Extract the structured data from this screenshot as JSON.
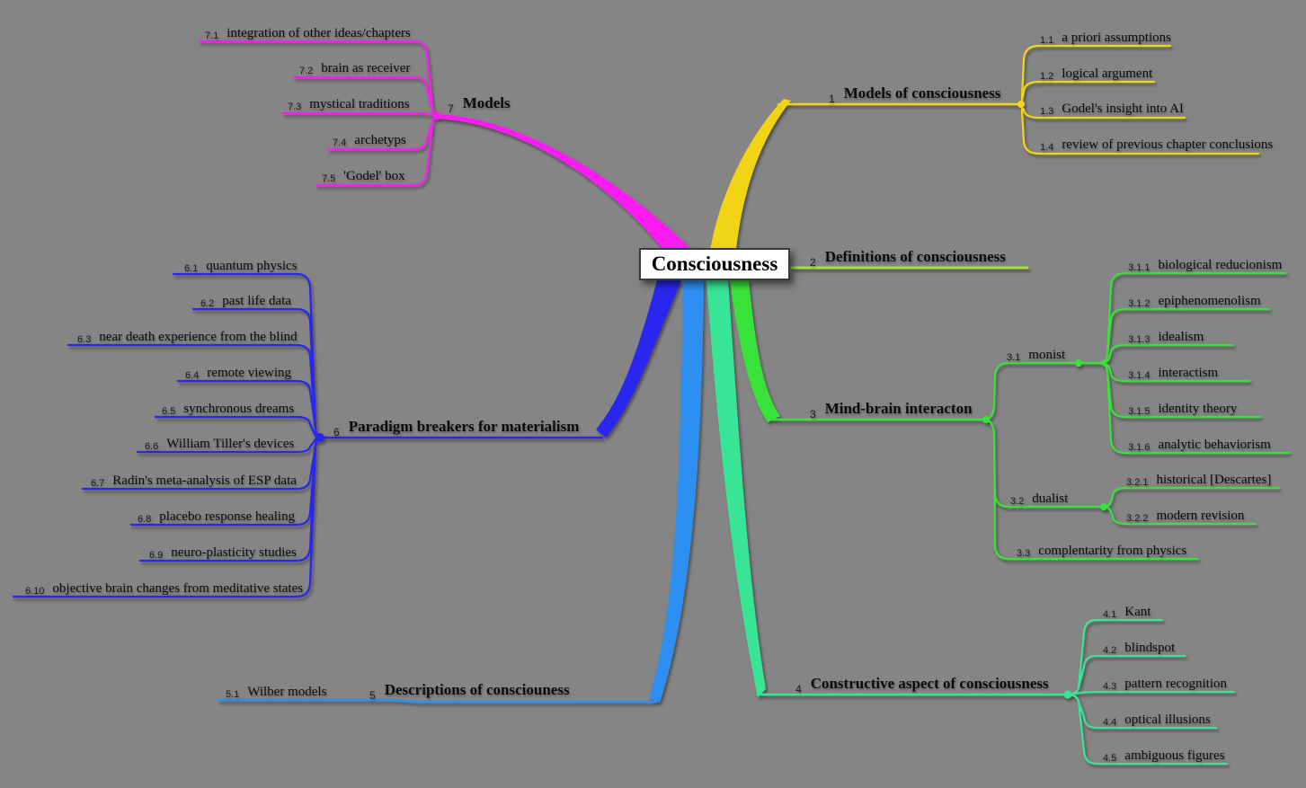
{
  "background": "#858585",
  "center": {
    "label": "Consciousness"
  },
  "branches": [
    {
      "num": "1",
      "label": "Models of consciousness",
      "color": "#f2d413",
      "children": [
        {
          "num": "1.1",
          "label": "a priori assumptions"
        },
        {
          "num": "1.2",
          "label": "logical argument"
        },
        {
          "num": "1.3",
          "label": "Godel's insight into AI"
        },
        {
          "num": "1.4",
          "label": "review of previous chapter conclusions"
        }
      ]
    },
    {
      "num": "2",
      "label": "Definitions of consciousness",
      "color": "#a2e43c",
      "children": []
    },
    {
      "num": "3",
      "label": "Mind-brain interacton",
      "color": "#38e238",
      "children": [
        {
          "num": "3.1",
          "label": "monist",
          "children": [
            {
              "num": "3.1.1",
              "label": "biological reducionism"
            },
            {
              "num": "3.1.2",
              "label": "epiphenomenolism"
            },
            {
              "num": "3.1.3",
              "label": "idealism"
            },
            {
              "num": "3.1.4",
              "label": "interactism"
            },
            {
              "num": "3.1.5",
              "label": "identity theory"
            },
            {
              "num": "3.1.6",
              "label": "analytic behaviorism"
            }
          ]
        },
        {
          "num": "3.2",
          "label": "dualist",
          "children": [
            {
              "num": "3.2.1",
              "label": "historical [Descartes]"
            },
            {
              "num": "3.2.2",
              "label": "modern revision"
            }
          ]
        },
        {
          "num": "3.3",
          "label": "complentarity from physics"
        }
      ]
    },
    {
      "num": "4",
      "label": "Constructive aspect of consciousness",
      "color": "#38e596",
      "children": [
        {
          "num": "4.1",
          "label": "Kant"
        },
        {
          "num": "4.2",
          "label": "blindspot"
        },
        {
          "num": "4.3",
          "label": "pattern recognition"
        },
        {
          "num": "4.4",
          "label": "optical illusions"
        },
        {
          "num": "4.5",
          "label": "ambiguous figures"
        }
      ]
    },
    {
      "num": "5",
      "label": "Descriptions of consciouness",
      "color": "#2f8ff2",
      "children": [
        {
          "num": "5.1",
          "label": "Wilber models"
        }
      ]
    },
    {
      "num": "6",
      "label": "Paradigm breakers for materialism",
      "color": "#2a28ef",
      "children": [
        {
          "num": "6.1",
          "label": "quantum physics"
        },
        {
          "num": "6.2",
          "label": "past life data"
        },
        {
          "num": "6.3",
          "label": "near death experience from the blind"
        },
        {
          "num": "6.4",
          "label": "remote viewing"
        },
        {
          "num": "6.5",
          "label": "synchronous dreams"
        },
        {
          "num": "6.6",
          "label": "William Tiller's devices"
        },
        {
          "num": "6.7",
          "label": "Radin's meta-analysis of ESP data"
        },
        {
          "num": "6.8",
          "label": "placebo response healing"
        },
        {
          "num": "6.9",
          "label": "neuro-plasticity studies"
        },
        {
          "num": "6.10",
          "label": "objective brain changes from meditative states"
        }
      ]
    },
    {
      "num": "7",
      "label": "Models",
      "color": "#fb1cf4",
      "children": [
        {
          "num": "7.1",
          "label": "integration of other ideas/chapters"
        },
        {
          "num": "7.2",
          "label": "brain as receiver"
        },
        {
          "num": "7.3",
          "label": "mystical traditions"
        },
        {
          "num": "7.4",
          "label": "archetyps"
        },
        {
          "num": "7.5",
          "label": "'Godel' box"
        }
      ]
    }
  ]
}
